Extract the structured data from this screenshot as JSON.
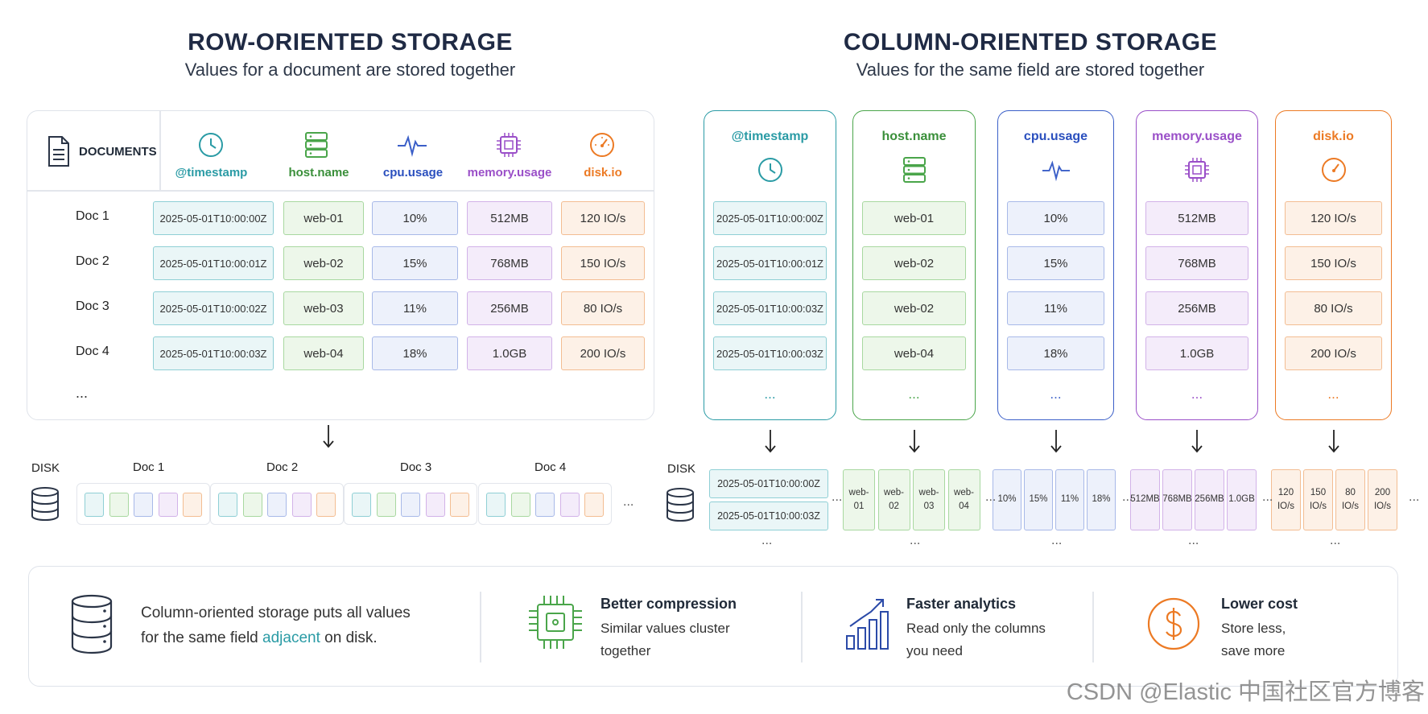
{
  "row": {
    "title": "ROW-ORIENTED STORAGE",
    "subtitle": "Values for a document are stored together",
    "documents_label": "DOCUMENTS",
    "headers": [
      "@timestamp",
      "host.name",
      "cpu.usage",
      "memory.usage",
      "disk.io"
    ],
    "docs": [
      "Doc 1",
      "Doc 2",
      "Doc 3",
      "Doc 4"
    ],
    "rows": [
      [
        "2025-05-01T10:00:00Z",
        "web-01",
        "10%",
        "512MB",
        "120 IO/s"
      ],
      [
        "2025-05-01T10:00:01Z",
        "web-02",
        "15%",
        "768MB",
        "150 IO/s"
      ],
      [
        "2025-05-01T10:00:02Z",
        "web-03",
        "11%",
        "256MB",
        "80 IO/s"
      ],
      [
        "2025-05-01T10:00:03Z",
        "web-04",
        "18%",
        "1.0GB",
        "200 IO/s"
      ]
    ],
    "more": "...",
    "disk_label": "DISK",
    "disk_docs": [
      "Doc 1",
      "Doc 2",
      "Doc 3",
      "Doc 4"
    ],
    "disk_more": "..."
  },
  "column": {
    "title": "COLUMN-ORIENTED STORAGE",
    "subtitle": "Values for the same field are stored together",
    "headers": [
      "@timestamp",
      "host.name",
      "cpu.usage",
      "memory.usage",
      "disk.io"
    ],
    "values": [
      [
        "2025-05-01T10:00:00Z",
        "2025-05-01T10:00:01Z",
        "2025-05-01T10:00:03Z",
        "2025-05-01T10:00:03Z"
      ],
      [
        "web-01",
        "web-02",
        "web-02",
        "web-04"
      ],
      [
        "10%",
        "15%",
        "11%",
        "18%"
      ],
      [
        "512MB",
        "768MB",
        "256MB",
        "1.0GB"
      ],
      [
        "120 IO/s",
        "150 IO/s",
        "80 IO/s",
        "200 IO/s"
      ]
    ],
    "more": "...",
    "disk_label": "DISK",
    "disk_timestamp": [
      "2025-05-01T10:00:00Z",
      "2025-05-01T10:00:03Z"
    ],
    "disk_host": [
      "web-\n01",
      "web-\n02",
      "web-\n03",
      "web-\n04"
    ],
    "disk_cpu": [
      "10%",
      "15%",
      "11%",
      "18%"
    ],
    "disk_mem": [
      "512MB",
      "768MB",
      "256MB",
      "1.0GB"
    ],
    "disk_io": [
      "120\nIO/s",
      "150\nIO/s",
      "80\nIO/s",
      "200\nIO/s"
    ],
    "disk_more": "..."
  },
  "colors": {
    "teal": "#2a9ba5",
    "green": "#4aa54a",
    "blue": "#3b5fc8",
    "purple": "#9a4fc8",
    "orange": "#ec7a24"
  },
  "benefits": {
    "main_text_1": "Column-oriented storage puts all values",
    "main_text_2a": "for the same field ",
    "main_text_highlight": "adjacent",
    "main_text_2b": " on disk.",
    "items": [
      {
        "title": "Better compression",
        "line1": "Similar values cluster",
        "line2": "together",
        "icon": "chip-icon"
      },
      {
        "title": "Faster analytics",
        "line1": "Read only the columns",
        "line2": "you need",
        "icon": "bar-chart-icon"
      },
      {
        "title": "Lower cost",
        "line1": "Store less,",
        "line2": "save more",
        "icon": "dollar-icon"
      }
    ]
  },
  "watermark": "CSDN @Elastic 中国社区官方博客"
}
